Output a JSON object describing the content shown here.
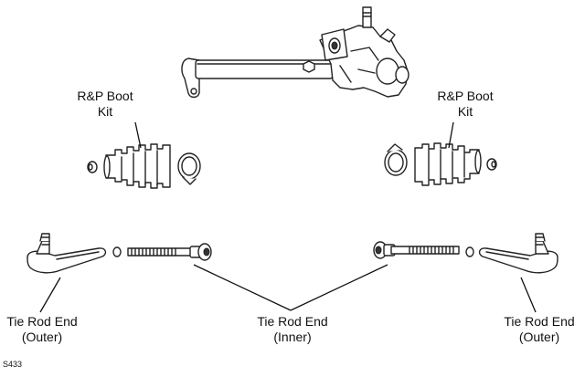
{
  "labels": {
    "boot_left": [
      "R&P Boot",
      "Kit"
    ],
    "boot_right": [
      "R&P Boot",
      "Kit"
    ],
    "tie_outer_left": [
      "Tie Rod End",
      "(Outer)"
    ],
    "tie_inner": [
      "Tie Rod End",
      "(Inner)"
    ],
    "tie_outer_right": [
      "Tie Rod End",
      "(Outer)"
    ]
  },
  "figure_code": "S433"
}
